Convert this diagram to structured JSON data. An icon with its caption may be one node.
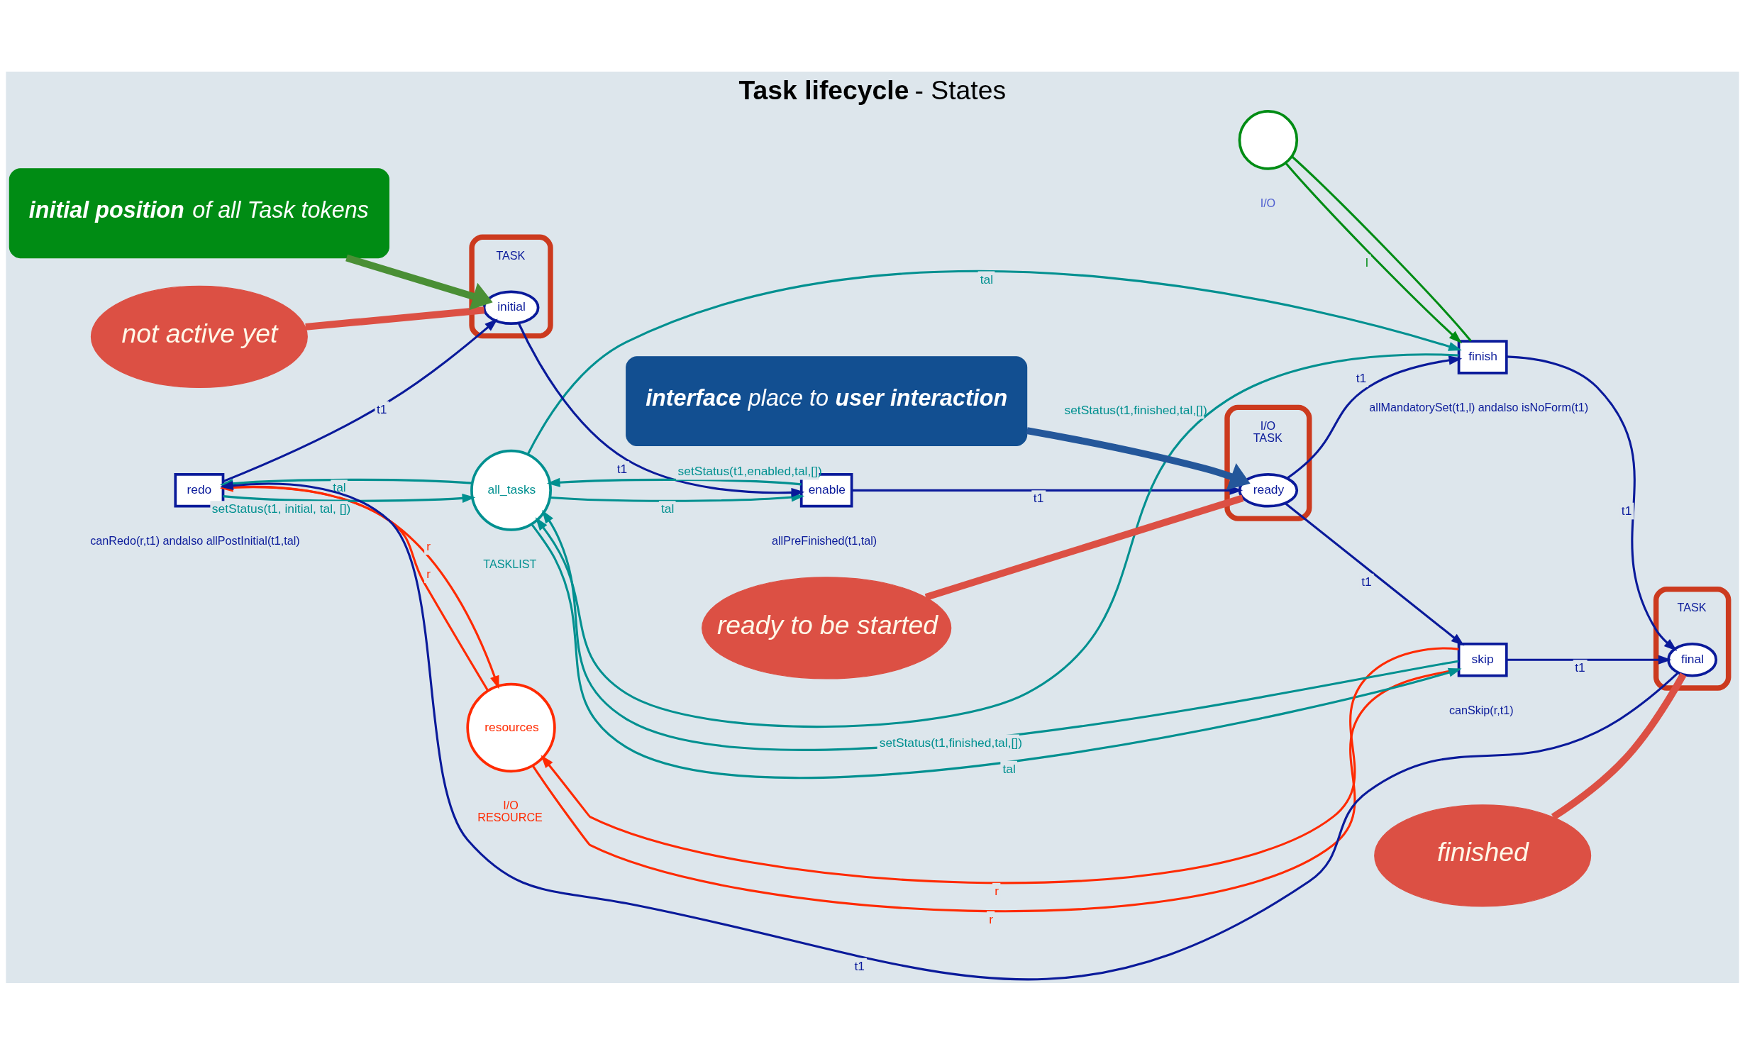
{
  "diagram": {
    "title": "**Task lifecycle** - States",
    "nodes": [
      {
        "text": [
          "resources"
        ],
        "beside": [
          "I/O",
          "RESOURCE"
        ]
      },
      {
        "text": [
          "all_tasks"
        ],
        "beside": [
          "TASKLIST"
        ]
      },
      {
        "text": [
          "redo"
        ],
        "beside": [
          "canRedo(r,t1) andalso allPostInitial(t1,tal)"
        ]
      },
      {
        "text": [],
        "shape": "box"
      },
      {
        "text": [
          "initial"
        ],
        "in": 3,
        "beside": [
          "TASK"
        ]
      },
      {
        "text": [
          "enable"
        ],
        "beside": [
          "allPreFinished(t1,tal)"
        ]
      },
      {
        "text": [],
        "shape": "box"
      },
      {
        "text": [
          "ready"
        ],
        "in": 6,
        "beside": [
          "I/O",
          "TASK"
        ]
      },
      {
        "text": [
          "finish"
        ],
        "beside": [
          "allMandatorySet(t1,l) andalso isNoForm(t1)"
        ]
      },
      {
        "text": [
          "skip"
        ],
        "beside": [
          "canSkip(r,t1)"
        ]
      },
      {
        "text": [],
        "shape": "box"
      },
      {
        "text": [
          "final"
        ],
        "in": 10,
        "beside": [
          "TASK"
        ]
      },
      {
        "text": [
          "not active yet"
        ]
      },
      {
        "text": [
          "ready to be started"
        ]
      },
      {
        "text": [
          "finished"
        ]
      },
      {
        "text": [
          "**initial position** of all Task tokens"
        ]
      },
      {
        "text": [
          "**interface** place to **user interaction**"
        ]
      },
      {
        "text": [],
        "shape": "circle",
        "beside": [
          "I/O"
        ]
      }
    ],
    "edges": [
      {
        "from": 2,
        "to": 0,
        "arrow": "to",
        "label": "r",
        "color": "#ff2a00"
      },
      {
        "from": 0,
        "to": 2,
        "arrow": "to",
        "label": "r",
        "color": "#ff2a00"
      },
      {
        "from": 0,
        "to": 9,
        "arrow": "none",
        "label": "r",
        "color": "#ff2a00"
      },
      {
        "from": 9,
        "to": 0,
        "arrow": "to",
        "label": "r",
        "color": "#ff2a00"
      },
      {
        "from": 2,
        "to": 1,
        "arrow": "to",
        "label": "setStatus(t1, initial, tal, [])",
        "color": "#009090"
      },
      {
        "from": 1,
        "to": 2,
        "arrow": "to",
        "label": "tal",
        "color": "#009090"
      },
      {
        "from": 1,
        "to": 5,
        "arrow": "to",
        "label": "tal",
        "color": "#009090"
      },
      {
        "from": 5,
        "to": 1,
        "arrow": "to",
        "label": "setStatus(t1,enabled,tal,[])",
        "color": "#009090"
      },
      {
        "from": 1,
        "to": 9,
        "arrow": "to",
        "label": "tal",
        "color": "#009090"
      },
      {
        "from": 9,
        "to": 1,
        "arrow": "to",
        "label": "setStatus(t1,finished,tal,[])",
        "color": "#009090"
      },
      {
        "from": 8,
        "to": 1,
        "arrow": "to",
        "label": "setStatus(t1,finished,tal,[])",
        "color": "#009090"
      },
      {
        "from": 1,
        "to": 8,
        "arrow": "to",
        "label": "tal",
        "color": "#009090"
      },
      {
        "from": 2,
        "to": 4,
        "arrow": "to",
        "label": "t1",
        "color": "#0a1a9a"
      },
      {
        "from": 4,
        "to": 5,
        "arrow": "to",
        "label": "t1",
        "color": "#0a1a9a"
      },
      {
        "from": 5,
        "to": 7,
        "arrow": "to",
        "label": "t1",
        "color": "#0a1a9a"
      },
      {
        "from": 7,
        "to": 8,
        "arrow": "to",
        "label": "t1",
        "color": "#0a1a9a"
      },
      {
        "from": 7,
        "to": 9,
        "arrow": "to",
        "label": "t1",
        "color": "#0a1a9a"
      },
      {
        "from": 8,
        "to": 11,
        "arrow": "to",
        "label": "t1",
        "color": "#0a1a9a"
      },
      {
        "from": 9,
        "to": 11,
        "arrow": "to",
        "label": "t1",
        "color": "#0a1a9a"
      },
      {
        "from": 11,
        "to": 2,
        "arrow": "to",
        "label": "t1",
        "color": "#0a1a9a"
      },
      {
        "from": 17,
        "to": 8,
        "arrow": "to",
        "label": "l",
        "color": "#008c14"
      },
      {
        "from": 8,
        "to": 17,
        "arrow": "none",
        "color": "#008c14"
      },
      {
        "from": 12,
        "to": 4,
        "arrow": "none",
        "style": "thick",
        "color": "#dc5044"
      },
      {
        "from": 13,
        "to": 7,
        "arrow": "none",
        "style": "thick",
        "color": "#dc5044"
      },
      {
        "from": 14,
        "to": 11,
        "arrow": "none",
        "style": "thick",
        "color": "#dc5044"
      },
      {
        "from": 15,
        "to": 4,
        "arrow": "to",
        "style": "thick",
        "color": "#4a8f35"
      },
      {
        "from": 16,
        "to": 7,
        "arrow": "to",
        "style": "thick",
        "color": "#24579a"
      }
    ]
  }
}
